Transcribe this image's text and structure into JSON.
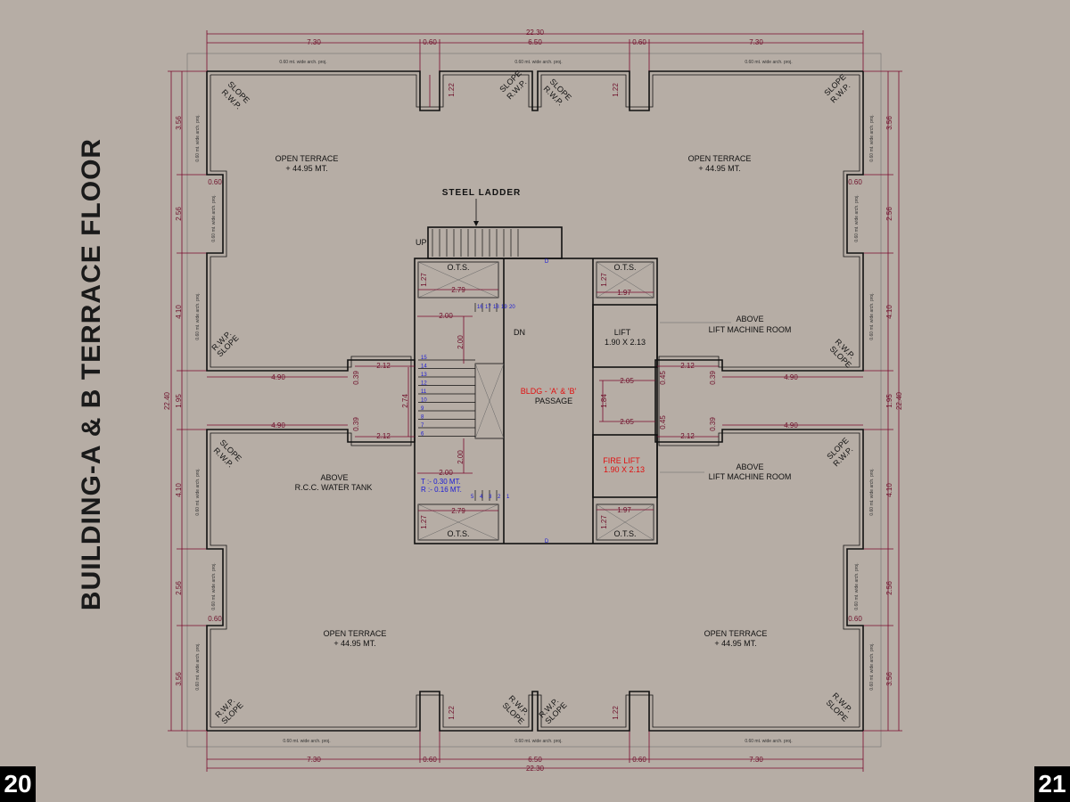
{
  "title": "BUILDING-A & B TERRACE FLOOR",
  "page_left": "20",
  "page_right": "21",
  "colors": {
    "background": "#b6ada5",
    "dimension_line": "#7a0a2e",
    "wall": "#111111",
    "fire_lift": "#e01010",
    "stair_numbers": "#1a1ad6"
  },
  "terraces": [
    {
      "name": "OPEN TERRACE",
      "level": "+ 44.95 MT."
    },
    {
      "name": "OPEN TERRACE",
      "level": "+ 44.95 MT."
    },
    {
      "name": "OPEN TERRACE",
      "level": "+ 44.95 MT."
    },
    {
      "name": "OPEN TERRACE",
      "level": "+ 44.95 MT."
    }
  ],
  "core": {
    "steel_ladder": "STEEL LADDER",
    "up": "UP",
    "dn": "DN",
    "passage_title": "BLDG - 'A' & 'B'",
    "passage": "PASSAGE",
    "ots": "O.T.S.",
    "lift": "LIFT",
    "lift_size": "1.90 X 2.13",
    "fire_lift": "FIRE LIFT",
    "fire_lift_size": "1.90 X 2.13",
    "above_lift_1": "ABOVE",
    "above_lift_2": "LIFT MACHINE ROOM",
    "water_tank_1": "ABOVE",
    "water_tank_2": "R.C.C. WATER TANK",
    "tread": "T :- 0.30 MT.",
    "riser": "R :- 0.16 MT.",
    "door": "D"
  },
  "annotations": {
    "slope": "SLOPE",
    "rwp": "R.W.P.",
    "proj": "0.60 mt. wide arch. proj."
  },
  "dimensions": {
    "overall": "22.30",
    "overall_v": "22.40",
    "seg_730": "7.30",
    "seg_060": "0.60",
    "seg_650": "6.50",
    "seg_122": "1.22",
    "v_356": "3.56",
    "v_256": "2.56",
    "v_410": "4.10",
    "v_195": "1.95",
    "v_060": "0.60",
    "d_490": "4.90",
    "d_212": "2.12",
    "d_039": "0.39",
    "d_274": "2.74",
    "d_200": "2.00",
    "d_279": "2.79",
    "d_127": "1.27",
    "d_197": "1.97",
    "d_205": "2.05",
    "d_045": "0.45",
    "d_184": "1.84"
  },
  "stair_steps_up": [
    "15",
    "14",
    "13",
    "12",
    "11",
    "10",
    "9",
    "8",
    "7",
    "6"
  ],
  "stair_steps_top": [
    "16",
    "17",
    "18",
    "19",
    "20"
  ],
  "stair_steps_bottom": [
    "5",
    "4",
    "3",
    "2",
    "1"
  ]
}
